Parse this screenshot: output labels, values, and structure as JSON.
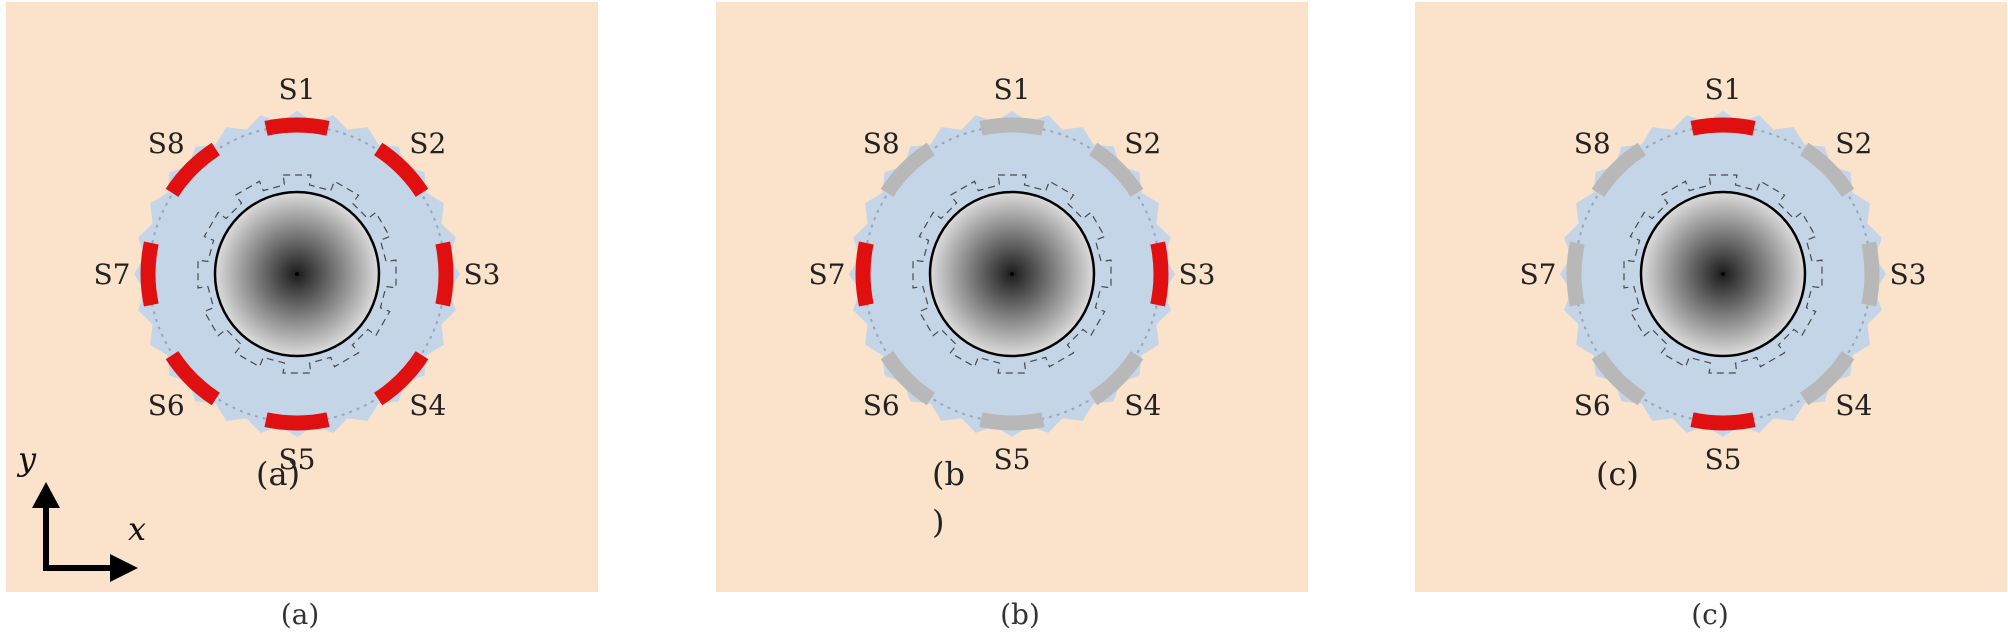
{
  "colors": {
    "panel_bg": "#fbe3cb",
    "disk_fill": "#c5d5e8",
    "core_center": "#1c1c1c",
    "core_edge": "#dcdcdc",
    "active": "#e01010",
    "inactive": "#b8b8b8"
  },
  "panels": [
    {
      "caption": "(a)",
      "inner_label": [
        "(a)"
      ],
      "active": [
        "S1",
        "S2",
        "S3",
        "S4",
        "S5",
        "S6",
        "S7",
        "S8"
      ],
      "segments": [
        {
          "id": "S1",
          "label": "S1"
        },
        {
          "id": "S2",
          "label": "S2"
        },
        {
          "id": "S3",
          "label": "S3"
        },
        {
          "id": "S4",
          "label": "S4"
        },
        {
          "id": "S5",
          "label": "S5"
        },
        {
          "id": "S6",
          "label": "S6"
        },
        {
          "id": "S7",
          "label": "S7"
        },
        {
          "id": "S8",
          "label": "S8"
        }
      ]
    },
    {
      "caption": "(b)",
      "inner_label": [
        "(b",
        ")"
      ],
      "active": [
        "S3",
        "S7"
      ],
      "segments": [
        {
          "id": "S1",
          "label": "S1"
        },
        {
          "id": "S2",
          "label": "S2"
        },
        {
          "id": "S3",
          "label": "S3"
        },
        {
          "id": "S4",
          "label": "S4"
        },
        {
          "id": "S5",
          "label": "S5"
        },
        {
          "id": "S6",
          "label": "S6"
        },
        {
          "id": "S7",
          "label": "S7"
        },
        {
          "id": "S8",
          "label": "S8"
        }
      ]
    },
    {
      "caption": "(c)",
      "inner_label": [
        "(c)"
      ],
      "active": [
        "S1",
        "S5"
      ],
      "segments": [
        {
          "id": "S1",
          "label": "S1"
        },
        {
          "id": "S2",
          "label": "S2"
        },
        {
          "id": "S3",
          "label": "S3"
        },
        {
          "id": "S4",
          "label": "S4"
        },
        {
          "id": "S5",
          "label": "S5"
        },
        {
          "id": "S6",
          "label": "S6"
        },
        {
          "id": "S7",
          "label": "S7"
        },
        {
          "id": "S8",
          "label": "S8"
        }
      ]
    }
  ],
  "axes": {
    "x_label": "x",
    "y_label": "y"
  }
}
